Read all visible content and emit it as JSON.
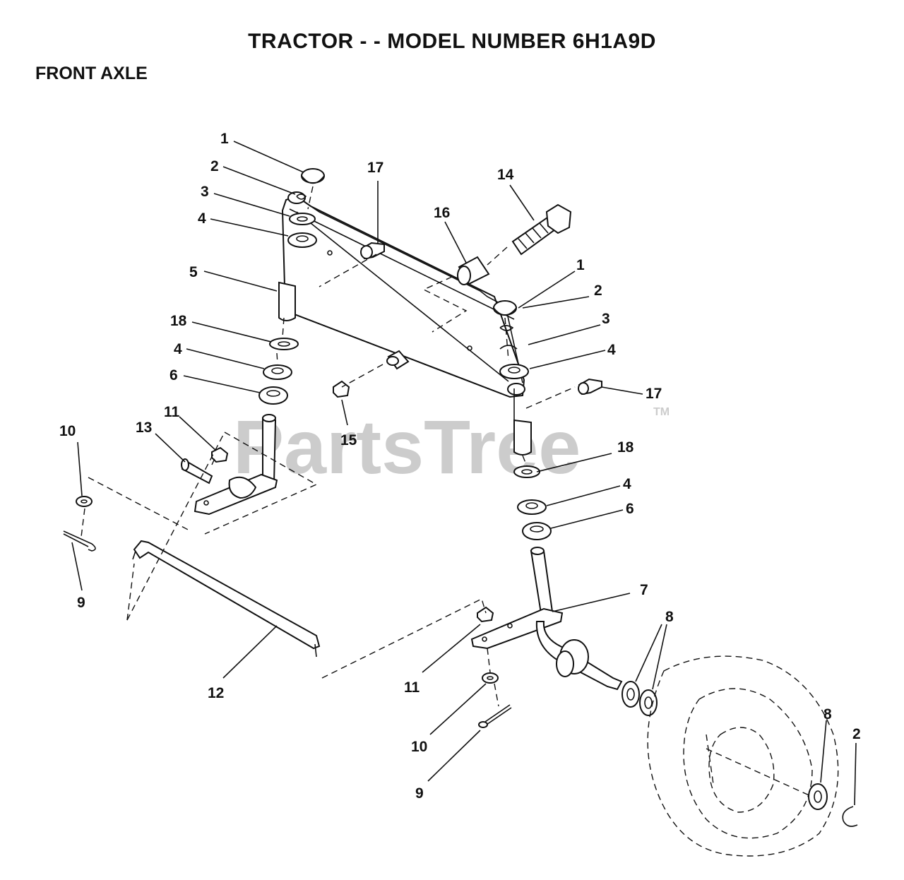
{
  "title": "TRACTOR - - MODEL NUMBER 6H1A9D",
  "section": "FRONT AXLE",
  "watermark": "PartsTree",
  "watermark_tm": "TM",
  "callouts": [
    "1",
    "2",
    "3",
    "4",
    "5",
    "18",
    "4",
    "6",
    "11",
    "13",
    "10",
    "9",
    "17",
    "16",
    "14",
    "1",
    "2",
    "3",
    "4",
    "17",
    "15",
    "18",
    "4",
    "6",
    "7",
    "8",
    "8",
    "2",
    "12",
    "11",
    "10",
    "9"
  ],
  "colors": {
    "ink": "#111111",
    "watermark": "#bcbcbc",
    "background": "#ffffff"
  }
}
